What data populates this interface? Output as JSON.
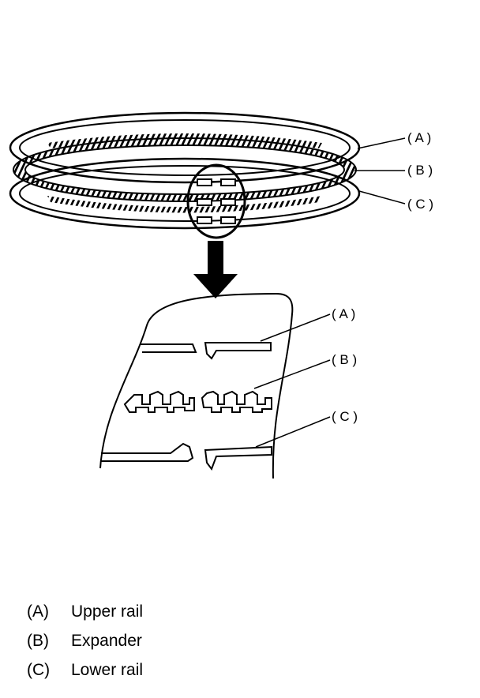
{
  "callouts": {
    "a": "( A )",
    "b": "( B )",
    "c": "( C )"
  },
  "legend": [
    {
      "key": "(A)",
      "text": "Upper rail"
    },
    {
      "key": "(B)",
      "text": "Expander"
    },
    {
      "key": "(C)",
      "text": "Lower rail"
    }
  ]
}
